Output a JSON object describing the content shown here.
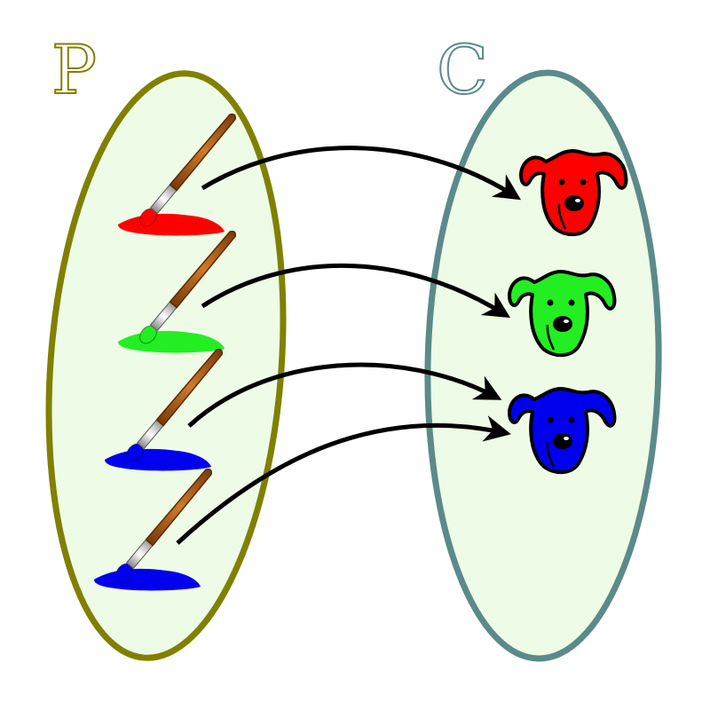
{
  "sets": {
    "domain": {
      "label": "P",
      "color": "#808000",
      "fill": "#eefbe6"
    },
    "codomain": {
      "label": "C",
      "color": "#5b8a8a",
      "fill": "#eefbe6"
    }
  },
  "domain_elements": [
    {
      "name": "red-paintbrush",
      "color": "#ff0000"
    },
    {
      "name": "green-paintbrush",
      "color": "#22ee22"
    },
    {
      "name": "blue-paintbrush",
      "color": "#0000ee"
    },
    {
      "name": "blue-paintbrush-2",
      "color": "#0000ee"
    }
  ],
  "codomain_elements": [
    {
      "name": "red-dog",
      "color": "#ff0000"
    },
    {
      "name": "green-dog",
      "color": "#22ee22"
    },
    {
      "name": "blue-dog",
      "color": "#0000ee"
    }
  ],
  "mapping": [
    [
      0,
      0
    ],
    [
      1,
      1
    ],
    [
      2,
      2
    ],
    [
      3,
      2
    ]
  ]
}
